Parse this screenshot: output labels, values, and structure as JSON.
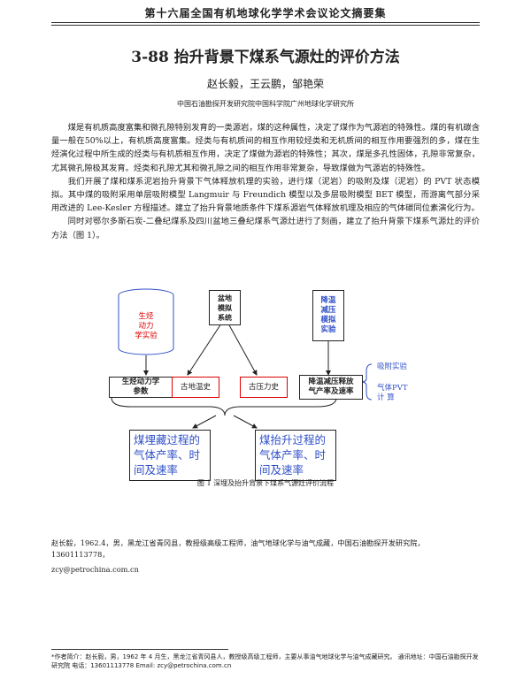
{
  "header": "第十六届全国有机地球化学学术会议论文摘要集",
  "title": "3-88  抬升背景下煤系气源灶的评价方法",
  "authors": "赵长毅，王云鹏，邹艳荣",
  "affiliation": "中国石油勘探开发研究院中国科学院广州地球化学研究所",
  "paragraphs": [
    "煤是有机质高度富集和微孔隙特别发育的一类源岩，煤的这种属性，决定了煤作为气源岩的特殊性。煤的有机碳含量一般在50%以上，有机质高度富集。烃类与有机质间的相互作用较烃类和无机质间的相互作用要强烈的多，煤在生烃演化过程中所生成的烃类与有机质相互作用，决定了煤做为源岩的特殊性；其次，煤是多孔性固体，孔隙非常复杂，尤其微孔隙极其发育。烃类和孔隙尤其和微孔隙之间的相互作用非常复杂，导致煤做为气源岩的特殊性。",
    "我们开展了煤和煤系泥岩抬升背景下气体释放机理的实验，进行煤（泥岩）的吸附及煤（泥岩）的 PVT 状态模拟。其中煤的吸附采用单层吸附模型 Langmuir 与 Freundich 模型以及多层吸附模型 BET 模型，而游离气部分采用改进的 Lee-Kesler 方程描述。建立了抬升背景地质条件下煤系源岩气体释放机理及相应的气体碳同位素演化行为。",
    "同时对鄂尔多斯石炭-二叠纪煤系及四川盆地三叠纪煤系气源灶进行了刻画，建立了抬升背景下煤系气源灶的评价方法（图 1）。"
  ],
  "diagram": {
    "cylinder": "生烃\n动力\n学实验",
    "basin_sim": "盆地\n模拟\n系统",
    "depress_exp": "降温\n减压\n模拟\n实验",
    "kinetics_params": "生烃动力学\n参数",
    "paleo_temp": "古地温史",
    "paleo_pressure": "古压力史",
    "release_rate": "降温减压释放\n气产率及速率",
    "note_adsorption": "吸附实验",
    "note_pvt": "气体PVT\n计    算",
    "burial": "煤埋藏过程的\n气体产率、时\n间及速率",
    "uplift": "煤抬升过程的\n气体产率、时\n间及速率",
    "accent_color": "#3050c8",
    "red_color": "#dd0000"
  },
  "caption": "图 1   深埋及抬升背景下煤系气源灶评价流程",
  "bio": "赵长毅，1962.4，男，黑龙江省青冈县，教授级高级工程师，油气地球化学与油气成藏，中国石油勘探开发研究院，13601113778，",
  "email": "zcy@petrochina.com.cn",
  "footnote": "*作者简介：赵长毅，男，1962 年 4 月生，黑龙江省青冈县人，教授级高级工程师，主要从事油气地球化学与油气成藏研究。  通讯地址：中国石油勘探开发研究院   电话：13601113778    Email: zcy@petrochina.com.cn"
}
